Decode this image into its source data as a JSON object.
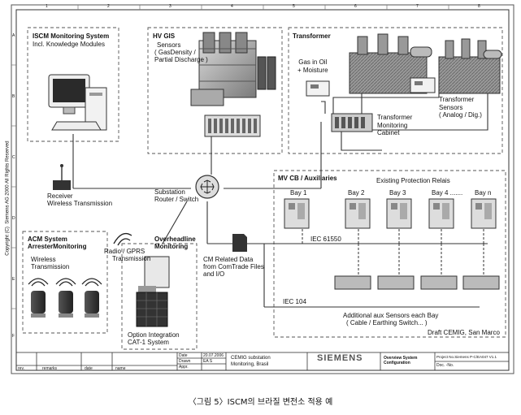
{
  "sections": {
    "iscm": {
      "title": "ISCM Monitoring System",
      "subtitle": "Incl. Knowledge Modules"
    },
    "hvgis": {
      "title": "HV GIS",
      "line1": "Sensors",
      "line2": "( GasDensity /",
      "line3": "Partial Discharge )"
    },
    "transformer": {
      "title": "Transformer",
      "gas": "Gas in Oil\n+ Moisture",
      "cabinet": "Transformer\nMonitoring\nCabinet",
      "sensors": "Transformer\nSensors\n( Analog / Dig.)"
    },
    "receiver": {
      "line1": "Receiver",
      "line2": "Wireless Transmission"
    },
    "router": {
      "line1": "Substation",
      "line2": "Router / Switch"
    },
    "mvcb": {
      "title": "MV CB / Auxiliaries",
      "relais": "Existing Protection Relais",
      "bays": [
        "Bay 1",
        "Bay 2",
        "Bay 3",
        "Bay 4 .......",
        "Bay n"
      ],
      "iec61550": "IEC 61550",
      "iec104": "IEC 104",
      "aux": "Additional aux Sensors each Bay",
      "aux2": "( Cable / Earthing Switch... )",
      "draft": "Draft CEMIG, San Marco"
    },
    "acm": {
      "title1": "ACM System",
      "title2": "ArresterMonitoring",
      "wireless1": "Wireless",
      "wireless2": "Transmission"
    },
    "radio": {
      "line1": "Radio / GPRS",
      "line2": "Transmission"
    },
    "overhead": {
      "title1": "Overheadline",
      "title2": "Monitoring",
      "opt1": "Option Integration",
      "opt2": "CAT-1 System"
    },
    "cm": {
      "line1": "CM Related Data",
      "line2": "from ComTrade Files",
      "line3": "and I/O"
    },
    "copyright": "Copyright (C)  Siemens AG 2000 All Rights Reserved"
  },
  "ruler": {
    "cols": [
      "1",
      "2",
      "3",
      "4",
      "5",
      "6",
      "7",
      "8"
    ],
    "rows": [
      "A",
      "B",
      "C",
      "D",
      "E",
      "F"
    ]
  },
  "titleblock": {
    "date_label": "Date",
    "date": "20.07.2006",
    "drawn_label": "Drawn",
    "drawn": "EA S",
    "appr_label": "Appr.",
    "project": "CEMIG substation\nMonitoring, Brasil",
    "brand": "SIEMENS",
    "doc_title": "Overview System\nConfiguration",
    "project_no": "Project No.Siemens P-C/EA047 V1.1",
    "doc_no": "Doc. -No.",
    "rev": "rev.",
    "remarks": "remarks",
    "date2": "date",
    "name": "name"
  },
  "caption": "〈그림 5〉ISCM의 브라질 변전소 적용 예"
}
